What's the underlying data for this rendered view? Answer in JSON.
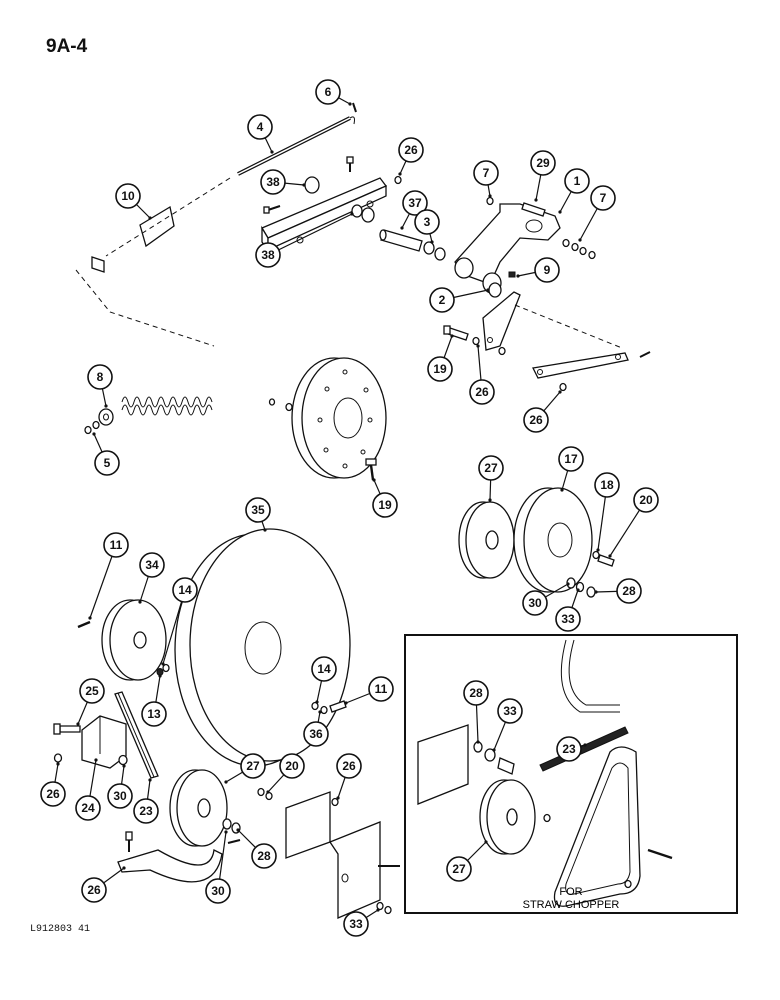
{
  "page_label": "9A-4",
  "figure_code": "L912803 41",
  "inset_caption": [
    "FOR",
    "STRAW CHOPPER"
  ],
  "callouts": [
    {
      "n": "6"
    },
    {
      "n": "4"
    },
    {
      "n": "26"
    },
    {
      "n": "29"
    },
    {
      "n": "7"
    },
    {
      "n": "1"
    },
    {
      "n": "7"
    },
    {
      "n": "10"
    },
    {
      "n": "38"
    },
    {
      "n": "37"
    },
    {
      "n": "3"
    },
    {
      "n": "38"
    },
    {
      "n": "9"
    },
    {
      "n": "2"
    },
    {
      "n": "8"
    },
    {
      "n": "19"
    },
    {
      "n": "26"
    },
    {
      "n": "26"
    },
    {
      "n": "5"
    },
    {
      "n": "19"
    },
    {
      "n": "27"
    },
    {
      "n": "17"
    },
    {
      "n": "18"
    },
    {
      "n": "20"
    },
    {
      "n": "35"
    },
    {
      "n": "11"
    },
    {
      "n": "34"
    },
    {
      "n": "14"
    },
    {
      "n": "30"
    },
    {
      "n": "33"
    },
    {
      "n": "28"
    },
    {
      "n": "25"
    },
    {
      "n": "13"
    },
    {
      "n": "14"
    },
    {
      "n": "11"
    },
    {
      "n": "36"
    },
    {
      "n": "28"
    },
    {
      "n": "33"
    },
    {
      "n": "23"
    },
    {
      "n": "27"
    },
    {
      "n": "20"
    },
    {
      "n": "26"
    },
    {
      "n": "26"
    },
    {
      "n": "24"
    },
    {
      "n": "30"
    },
    {
      "n": "23"
    },
    {
      "n": "28"
    },
    {
      "n": "26"
    },
    {
      "n": "30"
    },
    {
      "n": "33"
    },
    {
      "n": "27"
    }
  ]
}
